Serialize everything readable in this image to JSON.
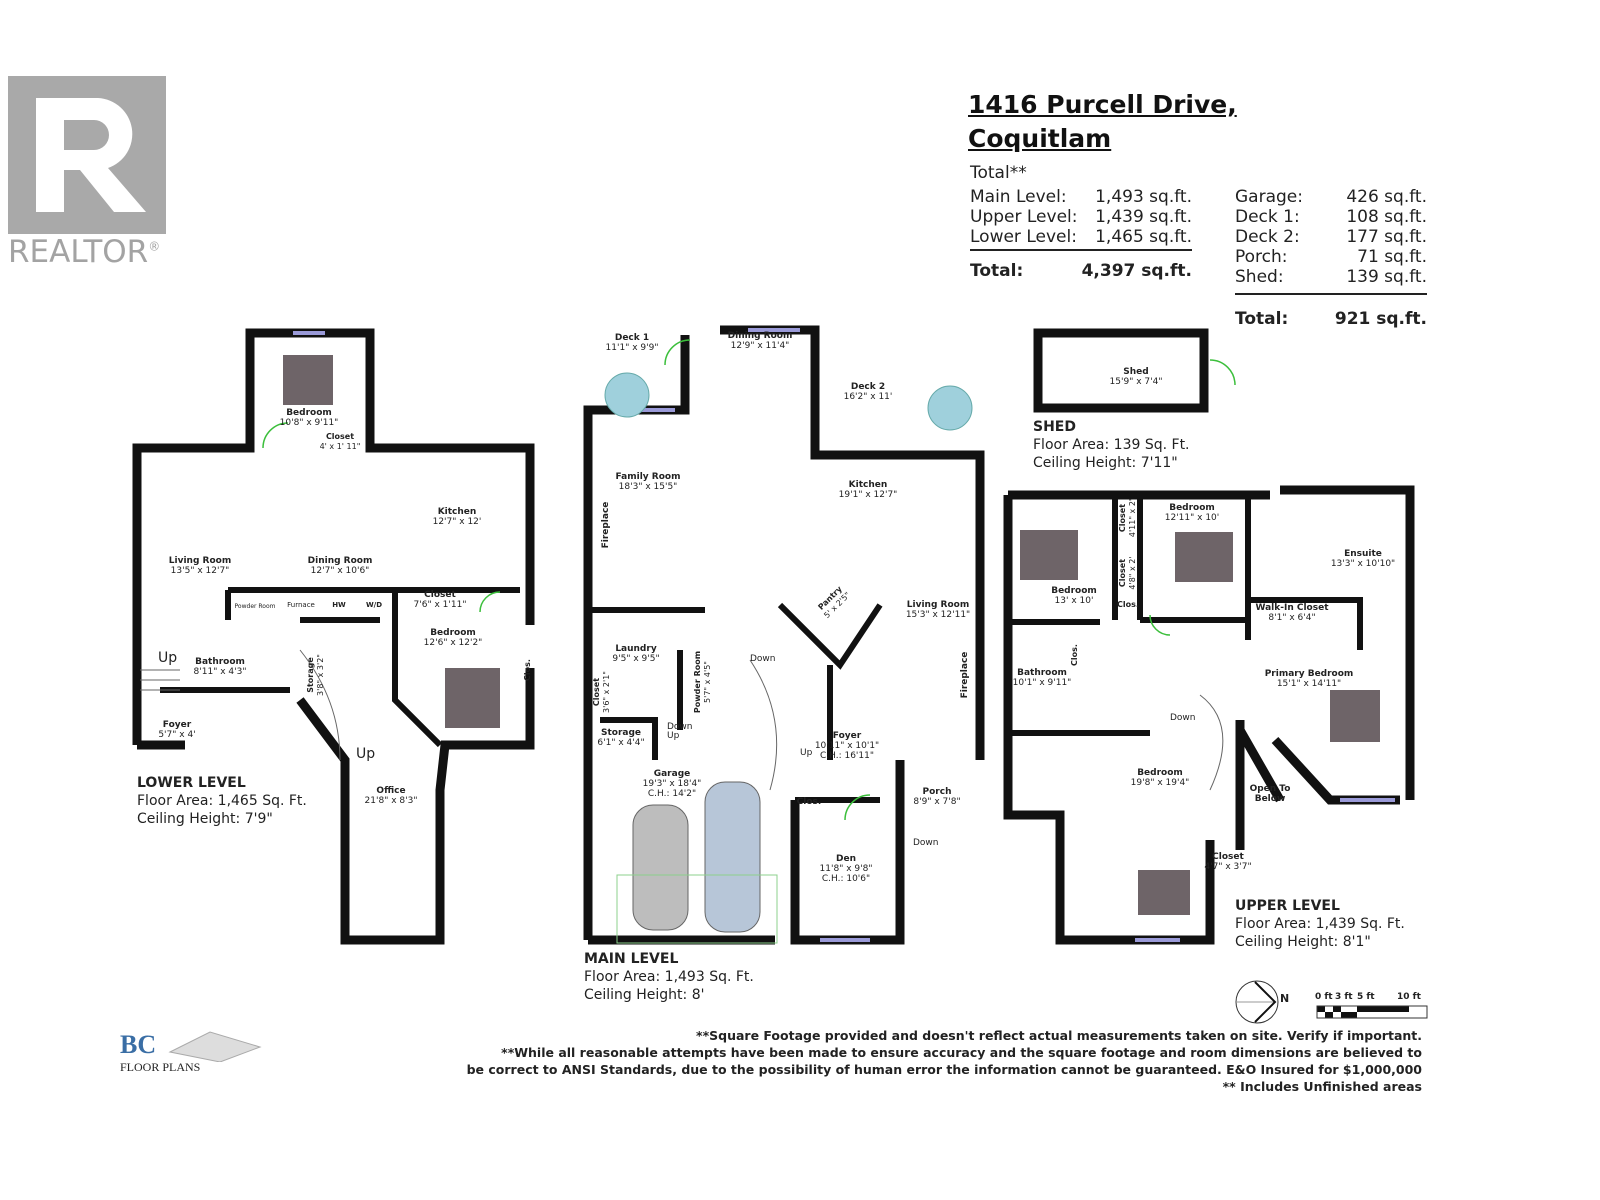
{
  "property": {
    "address_line1": "1416 Purcell Drive,",
    "address_line2": "Coquitlam"
  },
  "logo": {
    "realtor_text": "REALTOR",
    "realtor_mark": "®",
    "bc_floor_plans_text": "BC",
    "bc_floor_plans_sub": "FLOOR PLANS"
  },
  "totals": {
    "heading": "Total**",
    "levels": [
      {
        "label": "Main Level:",
        "value": "1,493 sq.ft."
      },
      {
        "label": "Upper Level:",
        "value": "1,439 sq.ft."
      },
      {
        "label": "Lower Level:",
        "value": "1,465 sq.ft."
      }
    ],
    "total_label": "Total:",
    "total_value": "4,397 sq.ft.",
    "extras": [
      {
        "label": "Garage:",
        "value": "426 sq.ft."
      },
      {
        "label": "Deck 1:",
        "value": "108 sq.ft."
      },
      {
        "label": "Deck 2:",
        "value": "177 sq.ft."
      },
      {
        "label": "Porch:",
        "value": "71 sq.ft."
      },
      {
        "label": "Shed:",
        "value": "139 sq.ft."
      }
    ],
    "extras_total_label": "Total:",
    "extras_total_value": "921 sq.ft."
  },
  "levels": {
    "lower": {
      "name": "LOWER LEVEL",
      "area": "Floor Area: 1,465 Sq. Ft.",
      "ceiling": "Ceiling Height: 7'9\""
    },
    "main": {
      "name": "MAIN LEVEL",
      "area": "Floor Area: 1,493 Sq. Ft.",
      "ceiling": "Ceiling Height: 8'"
    },
    "upper": {
      "name": "UPPER LEVEL",
      "area": "Floor Area: 1,439 Sq. Ft.",
      "ceiling": "Ceiling Height: 8'1\""
    },
    "shed": {
      "name": "SHED",
      "area": "Floor Area: 139 Sq. Ft.",
      "ceiling": "Ceiling Height: 7'11\""
    }
  },
  "rooms": {
    "lower": [
      {
        "name": "Bedroom",
        "dims": "10'8\" x 9'11\""
      },
      {
        "name": "Closet",
        "dims": "4' x 1' 11\""
      },
      {
        "name": "Kitchen",
        "dims": "12'7\" x 12'"
      },
      {
        "name": "Living Room",
        "dims": "13'5\" x 12'7\""
      },
      {
        "name": "Dining Room",
        "dims": "12'7\" x 10'6\""
      },
      {
        "name": "Closet",
        "dims": "7'6\" x 1'11\""
      },
      {
        "name": "Powder Room",
        "dims": ""
      },
      {
        "name": "Furnace",
        "dims": ""
      },
      {
        "name": "HW",
        "dims": ""
      },
      {
        "name": "W/D",
        "dims": ""
      },
      {
        "name": "Bedroom",
        "dims": "12'6\" x 12'2\""
      },
      {
        "name": "Clos.",
        "dims": ""
      },
      {
        "name": "Bathroom",
        "dims": "8'11\" x 4'3\""
      },
      {
        "name": "Storage",
        "dims": "3'8\" x 3'2\""
      },
      {
        "name": "Foyer",
        "dims": "5'7\" x 4'"
      },
      {
        "name": "Office",
        "dims": "21'8\" x 8'3\""
      }
    ],
    "main": [
      {
        "name": "Deck 1",
        "dims": "11'1\" x 9'9\""
      },
      {
        "name": "Dining Room",
        "dims": "12'9\" x 11'4\""
      },
      {
        "name": "Deck 2",
        "dims": "16'2\" x 11'"
      },
      {
        "name": "Family Room",
        "dims": "18'3\" x 15'5\""
      },
      {
        "name": "Kitchen",
        "dims": "19'1\" x 12'7\""
      },
      {
        "name": "Fireplace",
        "dims": ""
      },
      {
        "name": "Pantry",
        "dims": "5' x 2'5\""
      },
      {
        "name": "Living Room",
        "dims": "15'3\" x 12'11\""
      },
      {
        "name": "Laundry",
        "dims": "9'5\" x 9'5\""
      },
      {
        "name": "Closet",
        "dims": "3'6\" x 2'1\""
      },
      {
        "name": "Powder Room",
        "dims": "5'7\" x 4'5\""
      },
      {
        "name": "Fireplace",
        "dims": ""
      },
      {
        "name": "Storage",
        "dims": "6'1\" x 4'4\""
      },
      {
        "name": "Foyer",
        "dims": "10'11\" x 10'1\"",
        "ch": "C.H.: 16'11\""
      },
      {
        "name": "Garage",
        "dims": "19'3\" x 18'4\"",
        "ch": "C.H.: 14'2\""
      },
      {
        "name": "Clos.",
        "dims": ""
      },
      {
        "name": "Porch",
        "dims": "8'9\" x 7'8\""
      },
      {
        "name": "Den",
        "dims": "11'8\" x 9'8\"",
        "ch": "C.H.: 10'6\""
      }
    ],
    "upper": [
      {
        "name": "Bedroom",
        "dims": "12'11\" x 10'"
      },
      {
        "name": "Closet",
        "dims": "4'11\" x 2'"
      },
      {
        "name": "Closet",
        "dims": "4'8\" x 2'"
      },
      {
        "name": "Bedroom",
        "dims": "13' x 10'"
      },
      {
        "name": "Clos.",
        "dims": ""
      },
      {
        "name": "Ensuite",
        "dims": "13'3\" x 10'10\""
      },
      {
        "name": "Walk-In Closet",
        "dims": "8'1\" x 6'4\""
      },
      {
        "name": "Bathroom",
        "dims": "10'1\" x 9'11\""
      },
      {
        "name": "Clos.",
        "dims": ""
      },
      {
        "name": "Primary Bedroom",
        "dims": "15'1\" x 14'11\""
      },
      {
        "name": "Bedroom",
        "dims": "19'8\" x 19'4\""
      },
      {
        "name": "Open To Below",
        "dims": ""
      },
      {
        "name": "Closet",
        "dims": "4'7\" x 3'7\""
      }
    ],
    "shed": [
      {
        "name": "Shed",
        "dims": "15'9\" x 7'4\""
      }
    ]
  },
  "stairs": {
    "up": "Up",
    "down": "Down",
    "down_up": "Down\nUp"
  },
  "scale": {
    "north": "N",
    "ticks": [
      "0 ft",
      "3 ft",
      "5 ft",
      "10 ft"
    ]
  },
  "disclaimer": [
    "**Square Footage provided and doesn't reflect actual measurements taken on site. Verify if important.",
    "**While all reasonable attempts have been made to ensure accuracy and the square footage and room dimensions are believed to",
    "be correct to ANSI Standards, due to the possibility of human error the information cannot be guaranteed. E&O Insured for $1,000,000",
    "** Includes Unfinished areas"
  ],
  "colors": {
    "wall": "#111111",
    "door": "#3cbf3c",
    "window": "#9a9ad8",
    "bed": "#6e6468",
    "umbrella": "#9fd0dc",
    "logo_gray": "#a9a9a9"
  }
}
